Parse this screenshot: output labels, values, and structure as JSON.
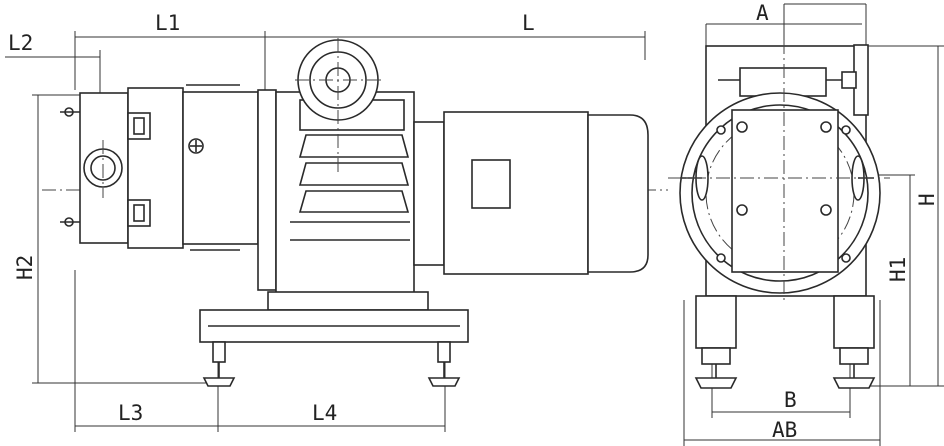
{
  "labels": {
    "l1": "L1",
    "l": "L",
    "l2": "L2",
    "h2": "H2",
    "l3": "L3",
    "l4": "L4",
    "a": "A",
    "h": "H",
    "h1": "H1",
    "b": "B",
    "ab": "AB"
  }
}
